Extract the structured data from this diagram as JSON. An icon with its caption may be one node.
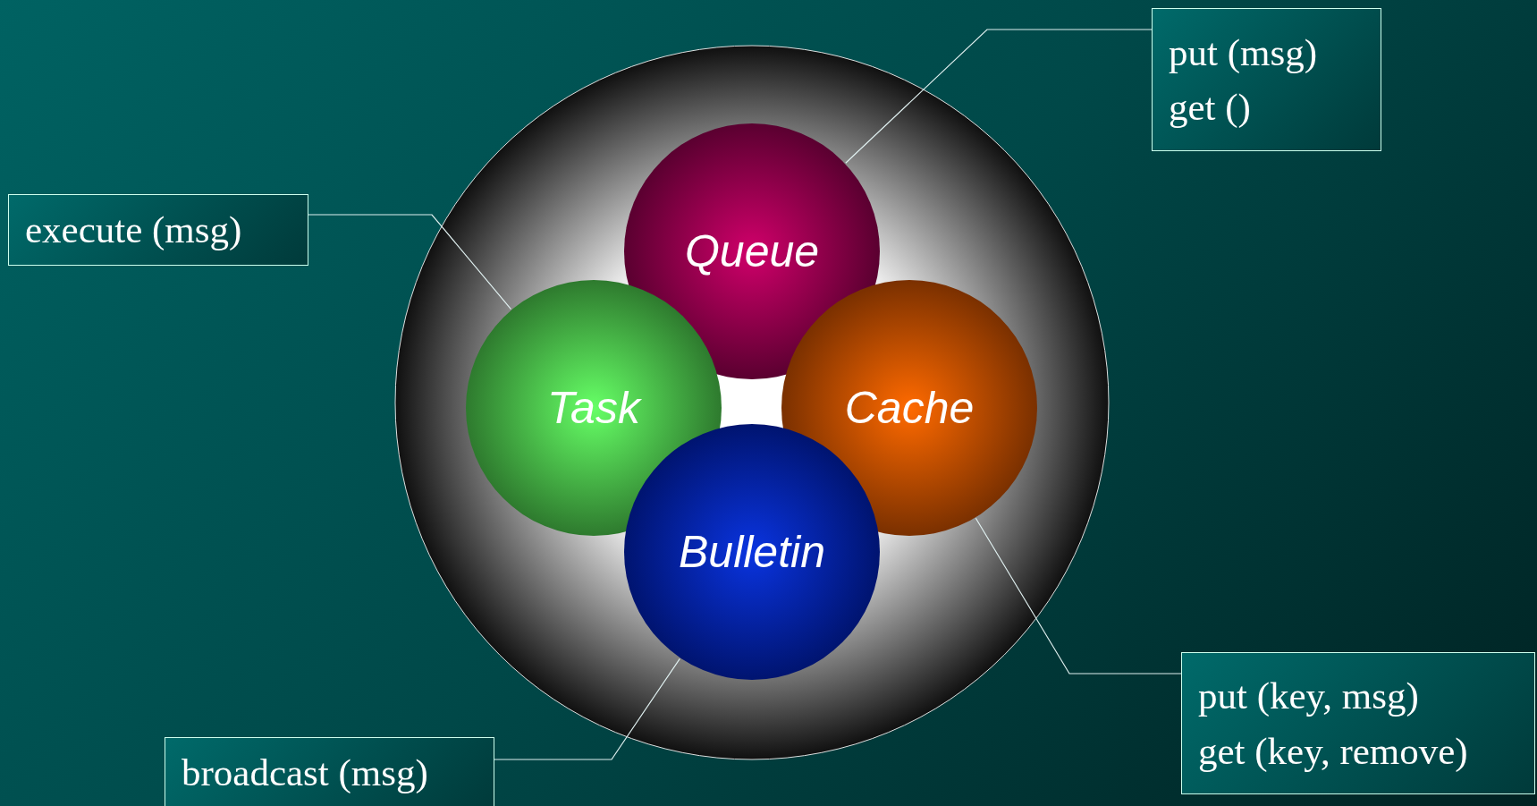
{
  "diagram": {
    "nodes": [
      {
        "text": [],
        "shape": "circle"
      },
      {
        "text": [
          "Queue"
        ],
        "in": 0
      },
      {
        "text": [
          "Task"
        ],
        "in": 0
      },
      {
        "text": [
          "Cache"
        ],
        "in": 0
      },
      {
        "text": [
          "Bulletin"
        ],
        "in": 0
      },
      {
        "text": [
          "put (msg)",
          "get ()"
        ]
      },
      {
        "text": [
          "execute (msg)"
        ]
      },
      {
        "text": [
          "put (key, msg)",
          "get (key, remove)"
        ]
      },
      {
        "text": [
          "broadcast (msg)"
        ]
      }
    ],
    "edges": [
      {
        "from": 5,
        "to": 1,
        "arrow": "none"
      },
      {
        "from": 6,
        "to": 2,
        "arrow": "none"
      },
      {
        "from": 7,
        "to": 3,
        "arrow": "none"
      },
      {
        "from": 8,
        "to": 4,
        "arrow": "none"
      }
    ]
  }
}
